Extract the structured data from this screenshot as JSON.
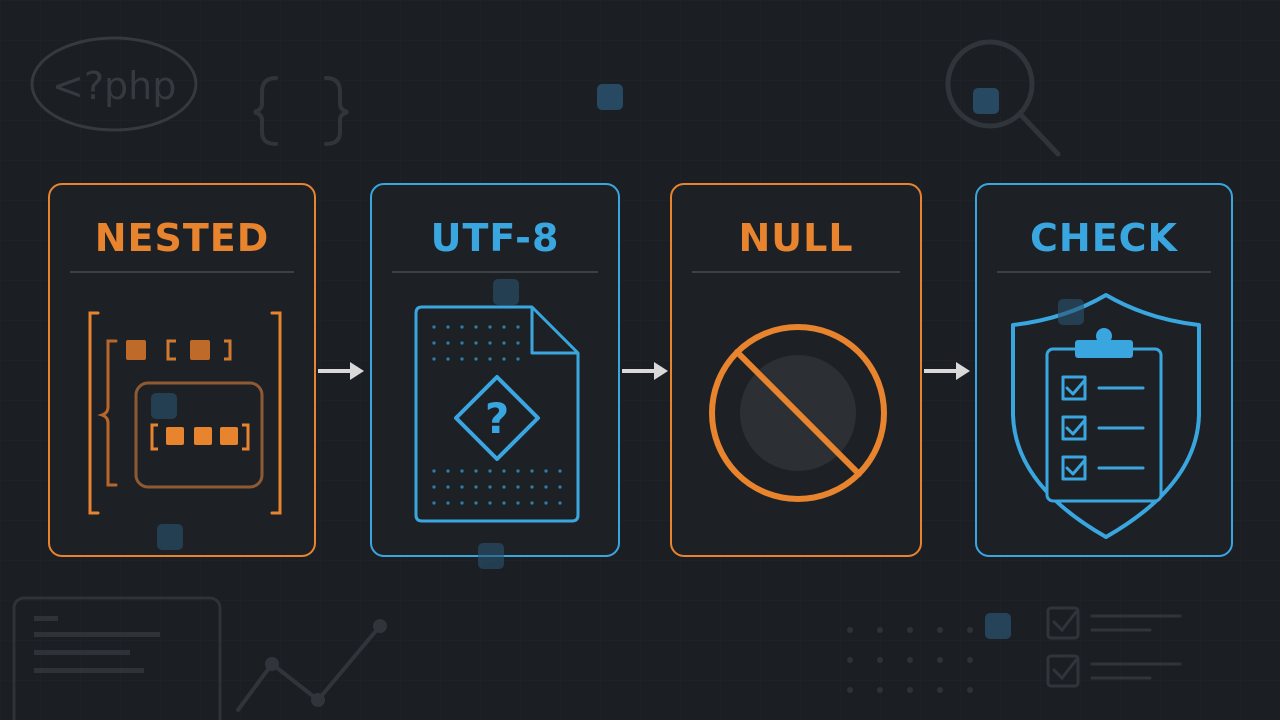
{
  "background": {
    "code_text": "<?php",
    "color": "#1b1e23"
  },
  "colors": {
    "orange": "#e8832e",
    "blue": "#3aa6df",
    "divider": "#3c4148",
    "arrow": "#d9d9d9"
  },
  "steps": [
    {
      "label": "NESTED",
      "accent": "orange",
      "icon": "nested-brackets-icon"
    },
    {
      "label": "UTF-8",
      "accent": "blue",
      "icon": "file-question-icon"
    },
    {
      "label": "NULL",
      "accent": "orange",
      "icon": "null-prohibited-icon"
    },
    {
      "label": "CHECK",
      "accent": "blue",
      "icon": "shield-checklist-icon"
    }
  ],
  "flow": {
    "connector": "arrow-right-icon",
    "count": 3
  }
}
